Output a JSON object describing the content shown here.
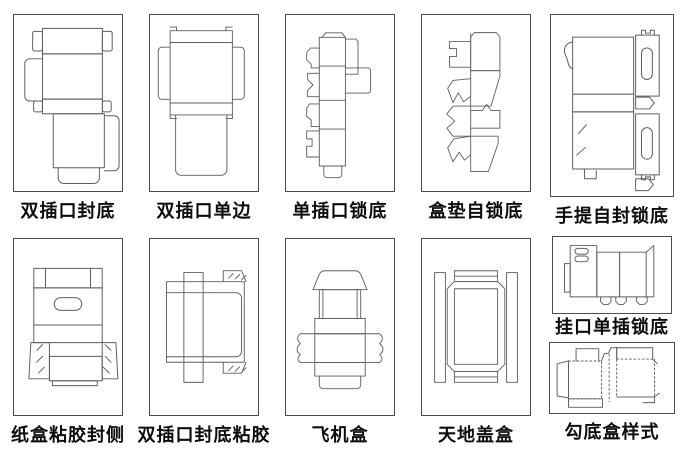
{
  "page": {
    "background_color": "#ffffff",
    "panel_border_color": "#4d4d4d",
    "dieline_stroke_color": "#5d5d5d",
    "label_color": "#0d0d0d"
  },
  "cells": [
    {
      "id": "double-tuck-seal-bottom",
      "label": "双插口封底"
    },
    {
      "id": "double-tuck-single-side",
      "label": "双插口单边"
    },
    {
      "id": "single-tuck-lock-bottom",
      "label": "单插口锁底"
    },
    {
      "id": "box-pad-self-lock-bottom",
      "label": "盒垫自锁底"
    },
    {
      "id": "handle-self-seal-lock-bottom",
      "label": "手提自封锁底"
    },
    {
      "id": "carton-glue-side-seal",
      "label": "纸盒粘胶封侧"
    },
    {
      "id": "double-tuck-seal-bottom-glue",
      "label": "双插口封底粘胶"
    },
    {
      "id": "airplane-box",
      "label": "飞机盒"
    },
    {
      "id": "heaven-earth-lid-box",
      "label": "天地盖盒"
    },
    {
      "id": "hang-hole-single-tuck-lock-bottom",
      "label": "挂口单插锁底"
    },
    {
      "id": "hook-bottom-box-style",
      "label": "勾底盒样式"
    }
  ]
}
